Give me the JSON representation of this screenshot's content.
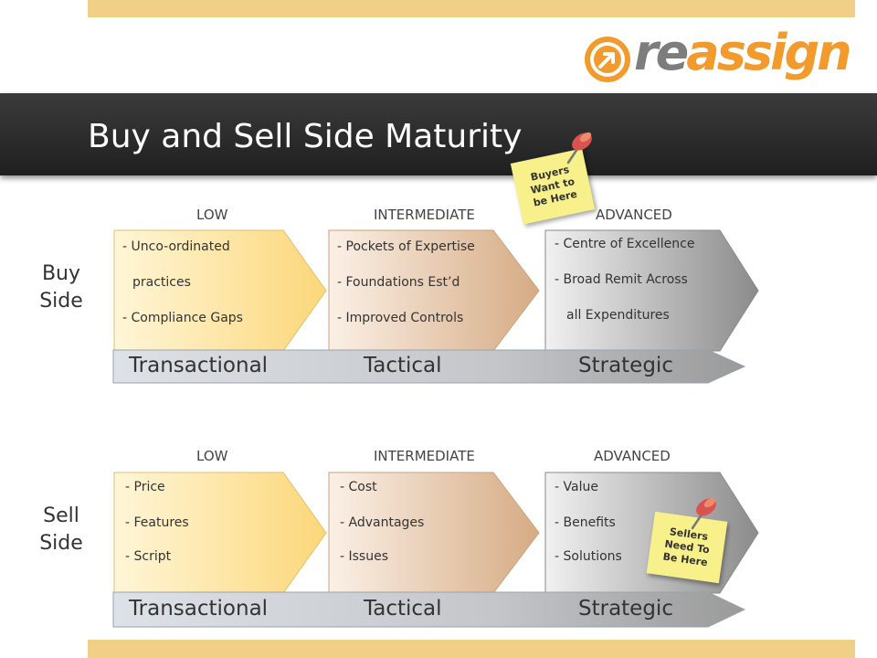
{
  "logo": {
    "part1": "re",
    "part2": "assign"
  },
  "title": "Buy and Sell Side Maturity",
  "levels": {
    "low": "LOW",
    "intermediate": "INTERMEDIATE",
    "advanced": "ADVANCED"
  },
  "stages": {
    "transactional": "Transactional",
    "tactical": "Tactical",
    "strategic": "Strategic"
  },
  "buy": {
    "label_line1": "Buy",
    "label_line2": "Side",
    "low": [
      "- Unco-ordinated",
      "practices",
      "- Compliance Gaps"
    ],
    "intermediate": [
      "- Pockets of Expertise",
      "- Foundations Est’d",
      "- Improved Controls"
    ],
    "advanced": [
      "- Centre of Excellence",
      "- Broad Remit Across",
      "all Expenditures"
    ],
    "note": "Buyers Want to be Here"
  },
  "sell": {
    "label_line1": "Sell",
    "label_line2": "Side",
    "low": [
      "- Price",
      "- Features",
      "- Script"
    ],
    "intermediate": [
      "- Cost",
      "- Advantages",
      "- Issues"
    ],
    "advanced": [
      "- Value",
      "- Benefits",
      "- Solutions"
    ],
    "note": "Sellers Need To Be Here"
  },
  "colors": {
    "accent_bar": "#f0cf86",
    "title_band": "#2b2b2b",
    "logo_orange": "#f39a2c",
    "logo_grey": "#7d7d7d",
    "note_yellow": "#f8f08a",
    "pin_red": "#d9534f"
  }
}
